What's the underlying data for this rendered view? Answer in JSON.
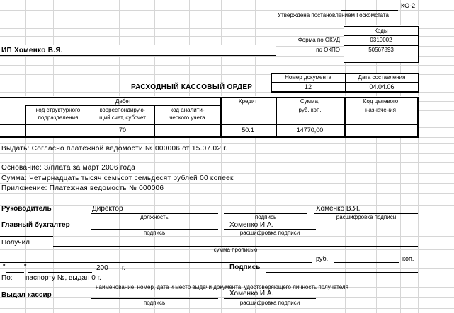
{
  "header": {
    "form_code": "КО-2",
    "approval": "Утверждена постановлением Госкомстата",
    "codes_label": "Коды",
    "okud_label": "Форма по ОКУД",
    "okud_value": "0310002",
    "okpo_label": "по ОКПО",
    "okpo_value": "50567893",
    "organization": "ИП Хоменко В.Я."
  },
  "document": {
    "title": "РАСХОДНЫЙ КАССОВЫЙ ОРДЕР",
    "number_label": "Номер документа",
    "date_label": "Дата составления",
    "number": "12",
    "date": "04.04.06"
  },
  "table": {
    "debit": "Дебет",
    "credit": "Кредит",
    "sum": "Сумма,",
    "sum2": "руб. коп.",
    "purpose": "Код целевого",
    "purpose2": "назначения",
    "struct": "код структурного",
    "struct2": "подразделения",
    "corr": "корреспондирую-",
    "corr2": "щий счет, субсчет",
    "anal": "код аналити-",
    "anal2": "ческого учета",
    "row": {
      "corr": "70",
      "credit": "50.1",
      "sum": "14770,00"
    }
  },
  "body": {
    "issue": "Выдать: Согласно платежной ведомости № 000006 от 15.07.02 г.",
    "basis": "Основание: З/плата за март 2006 года",
    "amount_words": "Сумма: Четырнадцать тысяч семьсот семьдесят рублей 00 копеек",
    "attachment": "Приложение: Платежная ведомость № 000006"
  },
  "signatures": {
    "head_label": "Руководитель",
    "head_position": "Директор",
    "head_name": "Хоменко В.Я.",
    "position_caption": "должность",
    "signature_caption": "подпись",
    "decoding_caption": "расшифровка подписи",
    "accountant_label": "Главный бухгалтер",
    "accountant_name": "Хоменко И.А.",
    "received_label": "Получил",
    "amount_caption": "сумма прописью",
    "rub": "руб.",
    "kop": "коп.",
    "date_quote_open": "\"",
    "date_quote_close": "\"",
    "year": "200",
    "year_suffix": "г.",
    "signature_label": "Подпись",
    "by_label": "По:",
    "passport": "паспорту  №, выдан  0 г.",
    "document_caption": "наименование, номер, дата и место выдачи документа, удостоверяющего личность получателя",
    "cashier_label": "Выдал кассир",
    "cashier_name": "Хоменко И.А."
  }
}
